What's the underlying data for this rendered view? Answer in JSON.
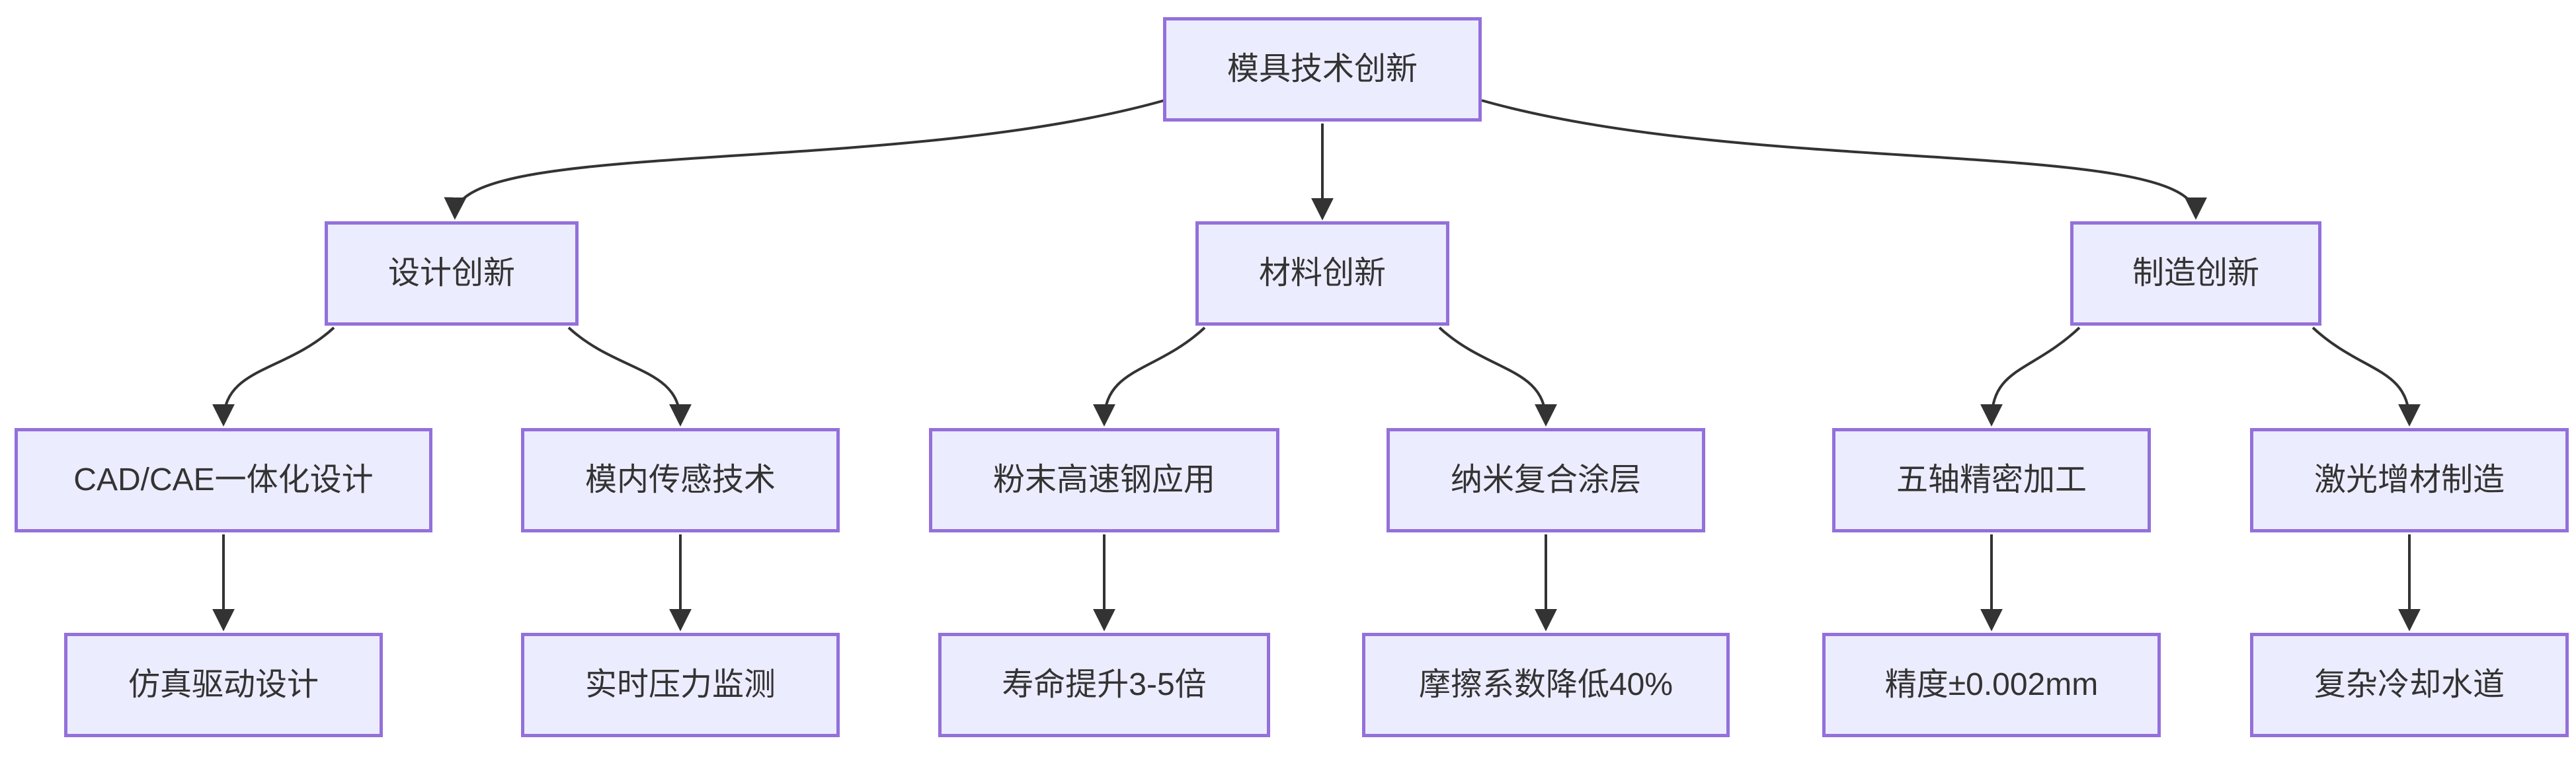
{
  "diagram": {
    "type": "flowchart-top-down",
    "colors": {
      "node_fill": "#ECECFF",
      "node_border": "#9370DB",
      "edge_line": "#333333",
      "text": "#333333",
      "background": "#FFFFFF"
    },
    "nodes": {
      "root": {
        "id": "root",
        "label": "模具技术创新",
        "level": 1
      },
      "design": {
        "id": "design",
        "label": "设计创新",
        "level": 2
      },
      "material": {
        "id": "material",
        "label": "材料创新",
        "level": 2
      },
      "manufacturing": {
        "id": "manufacturing",
        "label": "制造创新",
        "level": 2
      },
      "cad_cae": {
        "id": "cad_cae",
        "label": "CAD/CAE一体化设计",
        "level": 3
      },
      "in_mold_sensing": {
        "id": "in_mold_sensing",
        "label": "模内传感技术",
        "level": 3
      },
      "powder_hss": {
        "id": "powder_hss",
        "label": "粉末高速钢应用",
        "level": 3
      },
      "nano_coating": {
        "id": "nano_coating",
        "label": "纳米复合涂层",
        "level": 3
      },
      "five_axis": {
        "id": "five_axis",
        "label": "五轴精密加工",
        "level": 3
      },
      "laser_am": {
        "id": "laser_am",
        "label": "激光增材制造",
        "level": 3
      },
      "simulation": {
        "id": "simulation",
        "label": "仿真驱动设计",
        "level": 4
      },
      "pressure": {
        "id": "pressure",
        "label": "实时压力监测",
        "level": 4
      },
      "lifespan": {
        "id": "lifespan",
        "label": "寿命提升3-5倍",
        "level": 4
      },
      "friction": {
        "id": "friction",
        "label": "摩擦系数降低40%",
        "level": 4
      },
      "precision": {
        "id": "precision",
        "label": "精度±0.002mm",
        "level": 4
      },
      "cooling": {
        "id": "cooling",
        "label": "复杂冷却水道",
        "level": 4
      }
    },
    "edges": [
      {
        "from": "root",
        "to": "design"
      },
      {
        "from": "root",
        "to": "material"
      },
      {
        "from": "root",
        "to": "manufacturing"
      },
      {
        "from": "design",
        "to": "cad_cae"
      },
      {
        "from": "design",
        "to": "in_mold_sensing"
      },
      {
        "from": "material",
        "to": "powder_hss"
      },
      {
        "from": "material",
        "to": "nano_coating"
      },
      {
        "from": "manufacturing",
        "to": "five_axis"
      },
      {
        "from": "manufacturing",
        "to": "laser_am"
      },
      {
        "from": "cad_cae",
        "to": "simulation"
      },
      {
        "from": "in_mold_sensing",
        "to": "pressure"
      },
      {
        "from": "powder_hss",
        "to": "lifespan"
      },
      {
        "from": "nano_coating",
        "to": "friction"
      },
      {
        "from": "five_axis",
        "to": "precision"
      },
      {
        "from": "laser_am",
        "to": "cooling"
      }
    ]
  }
}
